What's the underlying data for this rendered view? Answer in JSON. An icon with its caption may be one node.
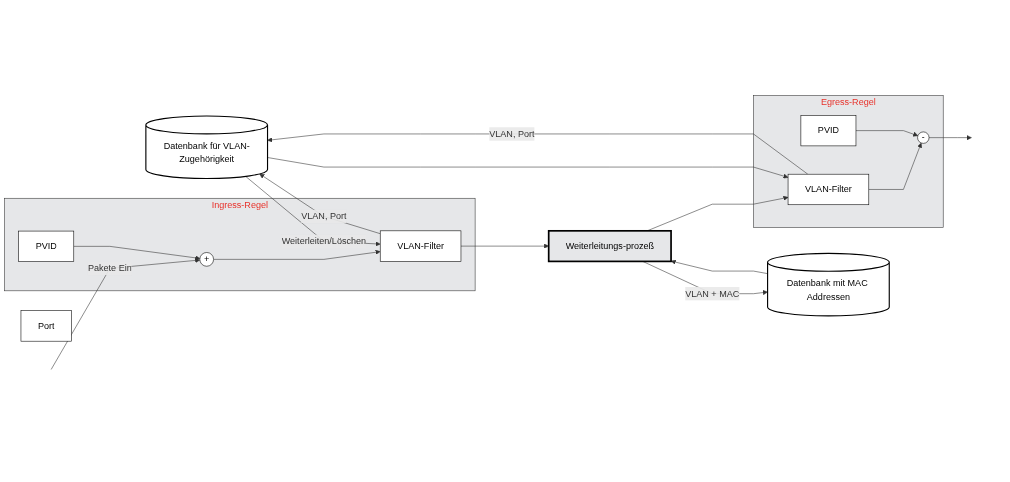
{
  "diagram": {
    "nodes": [
      {
        "text": [
          "Datenbank für VLAN-Zugehörigkeit"
        ]
      },
      {
        "text": [
          "Ingress-Regel"
        ]
      },
      {
        "text": [
          "PVID"
        ],
        "in": 1
      },
      {
        "text": [
          "+"
        ],
        "in": 1
      },
      {
        "text": [
          "VLAN-Filter"
        ],
        "in": 1
      },
      {
        "text": [
          "Weiterleitungs-prozeß"
        ]
      },
      {
        "text": [
          "Egress-Regel"
        ]
      },
      {
        "text": [
          "VLAN-Filter"
        ],
        "in": 6
      },
      {
        "text": [
          "PVID"
        ],
        "in": 6
      },
      {
        "text": [
          "-"
        ],
        "in": 6
      },
      {
        "text": [
          "Port"
        ]
      },
      {
        "text": [
          "Datenbank mit MAC Addressen"
        ]
      }
    ],
    "edges": [
      {
        "from": null,
        "to": 3,
        "arrow": "to",
        "label": "Pakete Ein"
      },
      {
        "from": 2,
        "to": 3,
        "arrow": "to"
      },
      {
        "from": 3,
        "to": 4,
        "arrow": "to"
      },
      {
        "from": 0,
        "to": 4,
        "arrow": "to",
        "label": "Weiterleiten/Löschen"
      },
      {
        "from": 4,
        "to": 0,
        "arrow": "to",
        "label": "VLAN, Port"
      },
      {
        "from": 4,
        "to": 5,
        "arrow": "to"
      },
      {
        "from": 5,
        "to": 7,
        "arrow": "to"
      },
      {
        "from": 7,
        "to": 0,
        "arrow": "to",
        "label": "VLAN, Port"
      },
      {
        "from": 0,
        "to": 7,
        "arrow": "to"
      },
      {
        "from": 7,
        "to": 9,
        "arrow": "to"
      },
      {
        "from": 8,
        "to": 9,
        "arrow": "to"
      },
      {
        "from": 9,
        "to": null,
        "arrow": "to"
      },
      {
        "from": 11,
        "to": 5,
        "arrow": "to"
      },
      {
        "from": 5,
        "to": 11,
        "arrow": "to",
        "label": "VLAN + MAC"
      }
    ]
  }
}
